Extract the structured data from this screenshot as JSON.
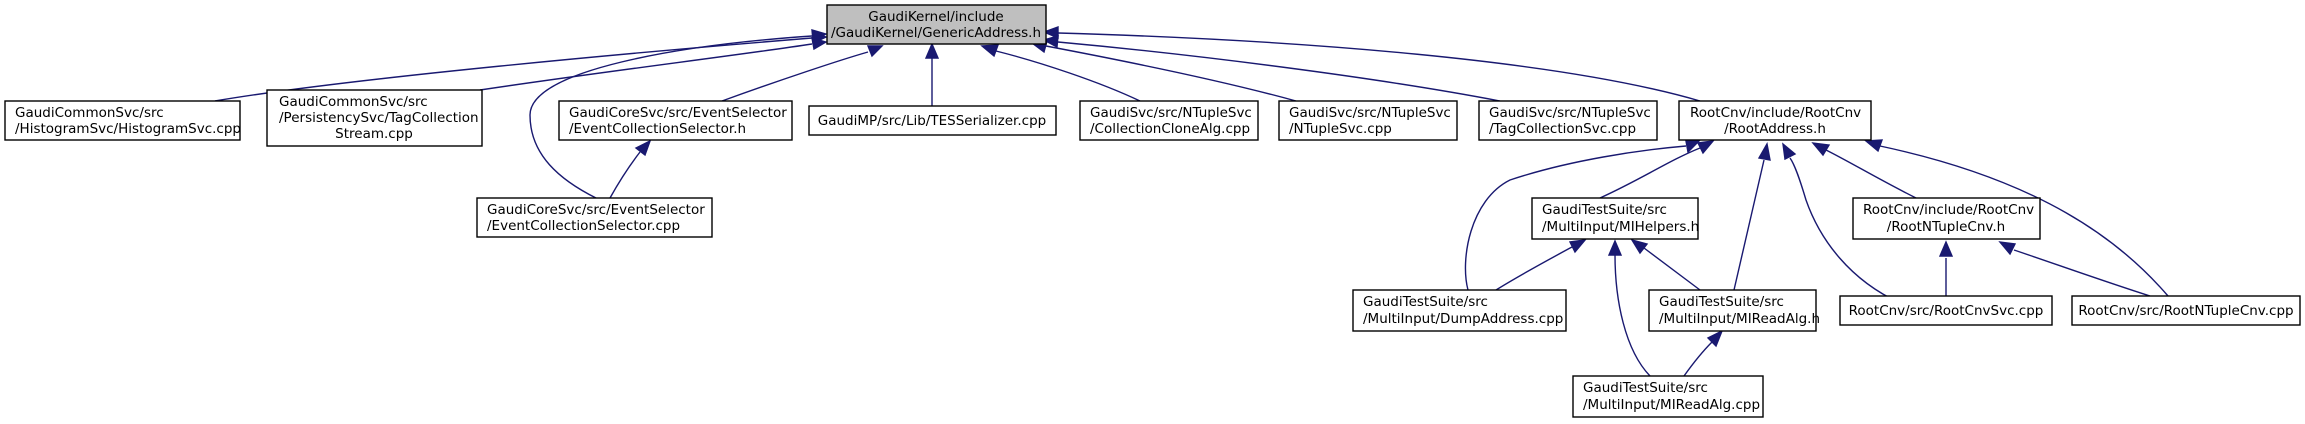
{
  "graph": {
    "root": {
      "line1": "GaudiKernel/include",
      "line2": "/GaudiKernel/GenericAddress.h"
    },
    "nodes": {
      "histogram": {
        "line1": "GaudiCommonSvc/src",
        "line2": "/HistogramSvc/HistogramSvc.cpp"
      },
      "persistency": {
        "line1": "GaudiCommonSvc/src",
        "line2": "/PersistencySvc/TagCollection",
        "line3": "Stream.cpp"
      },
      "evtsel_h": {
        "line1": "GaudiCoreSvc/src/EventSelector",
        "line2": "/EventCollectionSelector.h"
      },
      "evtsel_cpp": {
        "line1": "GaudiCoreSvc/src/EventSelector",
        "line2": "/EventCollectionSelector.cpp"
      },
      "tesserializer": {
        "line1": "GaudiMP/src/Lib/TESSerializer.cpp"
      },
      "clonealg": {
        "line1": "GaudiSvc/src/NTupleSvc",
        "line2": "/CollectionCloneAlg.cpp"
      },
      "ntuplesvc": {
        "line1": "GaudiSvc/src/NTupleSvc",
        "line2": "/NTupleSvc.cpp"
      },
      "tagcollsvc": {
        "line1": "GaudiSvc/src/NTupleSvc",
        "line2": "/TagCollectionSvc.cpp"
      },
      "rootaddress": {
        "line1": "RootCnv/include/RootCnv",
        "line2": "/RootAddress.h"
      },
      "mihelpers": {
        "line1": "GaudiTestSuite/src",
        "line2": "/MultiInput/MIHelpers.h"
      },
      "rootntuplecnv_h": {
        "line1": "RootCnv/include/RootCnv",
        "line2": "/RootNTupleCnv.h"
      },
      "dumpaddress": {
        "line1": "GaudiTestSuite/src",
        "line2": "/MultiInput/DumpAddress.cpp"
      },
      "mireadalg_h": {
        "line1": "GaudiTestSuite/src",
        "line2": "/MultiInput/MIReadAlg.h"
      },
      "rootcnvsvc": {
        "line1": "RootCnv/src/RootCnvSvc.cpp"
      },
      "rootntuplecnv_cpp": {
        "line1": "RootCnv/src/RootNTupleCnv.cpp"
      },
      "mireadalg_cpp": {
        "line1": "GaudiTestSuite/src",
        "line2": "/MultiInput/MIReadAlg.cpp"
      }
    }
  }
}
